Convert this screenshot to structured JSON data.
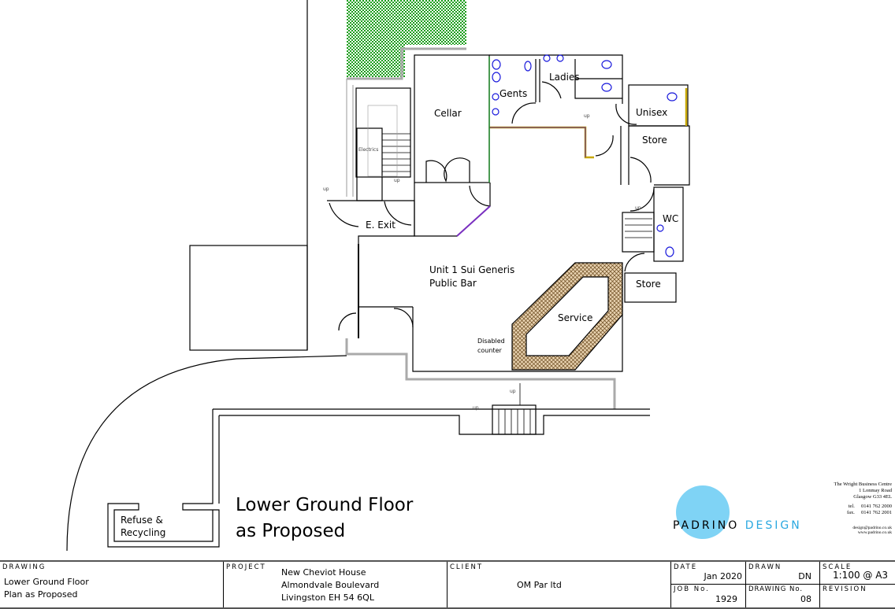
{
  "rooms": {
    "cellar": "Cellar",
    "gents": "Gents",
    "ladies": "Ladies",
    "unisex": "Unisex",
    "store_upper": "Store",
    "electrics": "Electrics",
    "e_exit": "E. Exit",
    "wc": "WC",
    "store_lower": "Store",
    "public_bar_line1": "Unit 1  Sui Generis",
    "public_bar_line2": "Public Bar",
    "service": "Service",
    "disabled_counter_line1": "Disabled",
    "disabled_counter_line2": "counter",
    "refuse_line1": "Refuse &",
    "refuse_line2": "Recycling",
    "up": "up"
  },
  "drawing_title": {
    "line1": "Lower Ground Floor",
    "line2": "as Proposed"
  },
  "logo": {
    "word1": "PADRINO",
    "word2": "DESIGN",
    "circle_color": "#7fd3f5",
    "accent_color": "#2aa8e0"
  },
  "address": {
    "line1": "The Wright Business Centre",
    "line2": "1 Lonmay Road",
    "line3": "Glasgow G33 4EL",
    "tel_label": "tel.",
    "tel": "0141 762 2000",
    "fax_label": "fax.",
    "fax": "0141 762 2001",
    "email": "design@padrino.co.uk",
    "web": "www.padrino.co.uk"
  },
  "title_block": {
    "drawing_label": "DRAWING",
    "drawing_line1": "Lower Ground Floor",
    "drawing_line2": "Plan as Proposed",
    "project_label": "PROJECT",
    "project_line1": "New Cheviot House",
    "project_line2": "Almondvale Boulevard",
    "project_line3": "Livingston  EH 54 6QL",
    "client_label": "CLIENT",
    "client": "OM Par ltd",
    "date_label": "DATE",
    "date": "Jan 2020",
    "drawn_label": "DRAWN",
    "drawn": "DN",
    "scale_label": "SCALE",
    "scale": "1:100 @ A3",
    "job_label": "JOB No.",
    "job": "1929",
    "drawing_no_label": "DRAWING No.",
    "drawing_no": "08",
    "revision_label": "REVISION"
  }
}
